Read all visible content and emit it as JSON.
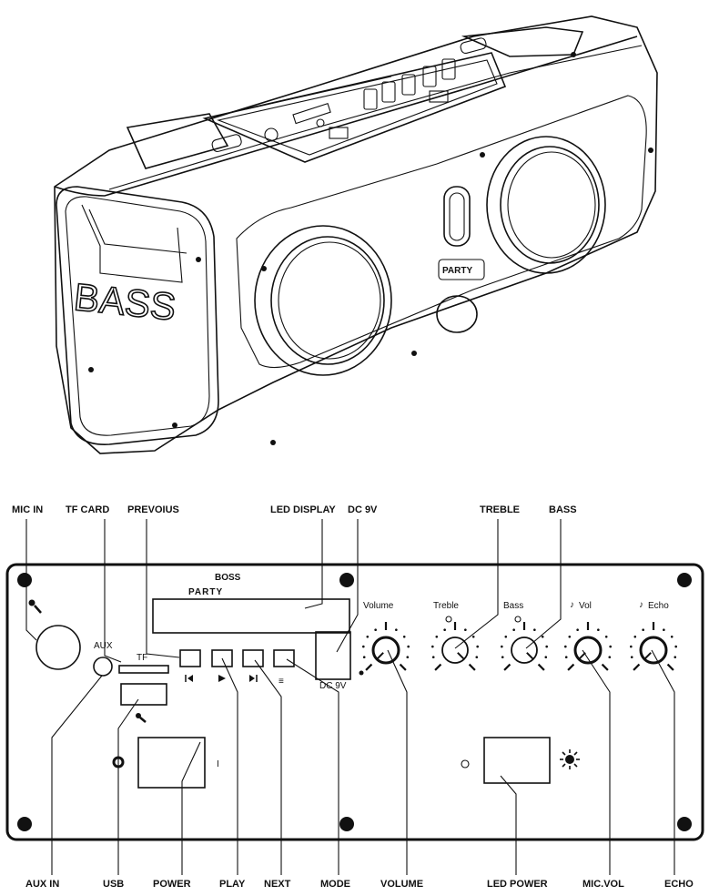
{
  "speaker": {
    "side_text": "BASS",
    "logo_text": "PARTY"
  },
  "panel": {
    "brand_small": "BOSS",
    "brand_big": "PARTY",
    "aux_label": "AUX",
    "tf_label": "TF",
    "knob_labels": [
      "Volume",
      "Treble",
      "Bass",
      "Vol",
      "Echo"
    ],
    "power_on_mark": "I",
    "dc_caption": "DC 9V",
    "mode_glyph": "≡"
  },
  "callouts_top": [
    "MIC IN",
    "TF CARD",
    "PREVOIUS",
    "LED DISPLAY",
    "DC 9V",
    "TREBLE",
    "BASS"
  ],
  "callouts_bottom": [
    "AUX IN",
    "USB",
    "POWER",
    "PLAY",
    "NEXT",
    "MODE",
    "VOLUME",
    "LED POWER",
    "MIC.VOL",
    "ECHO"
  ],
  "icons": {
    "mic": "microphone-icon",
    "usb": "usb-icon",
    "led": "sun-icon",
    "prev": "previous-icon",
    "play": "play-icon",
    "next": "next-icon",
    "mode": "mode-icon"
  }
}
